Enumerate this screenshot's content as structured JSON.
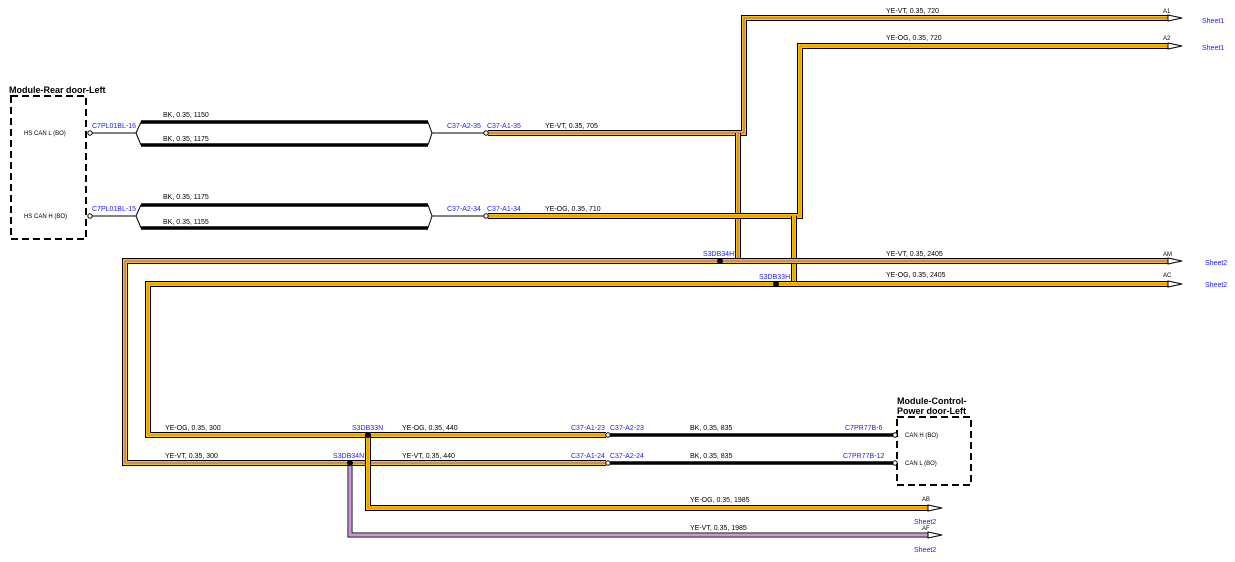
{
  "modules": {
    "rear_door": {
      "title": "Module-Rear door-Left",
      "pin_l": "HS CAN L (BO)",
      "pin_h": "HS CAN H (BO)"
    },
    "control": {
      "title_line1": "Module-Control-",
      "title_line2": "Power door-Left",
      "pin_h": "CAN H (BO)",
      "pin_l": "CAN L (BO)"
    }
  },
  "connectors": {
    "c7pl_16": "C7PL01BL-16",
    "c7pl_15": "C7PL01BL-15",
    "c37_a2_35": "C37-A2-35",
    "c37_a1_35": "C37-A1-35",
    "c37_a2_34": "C37-A2-34",
    "c37_a1_34": "C37-A1-34",
    "c37_a1_23": "C37-A1-23",
    "c37_a2_23": "C37-A2-23",
    "c37_a1_24": "C37-A1-24",
    "c37_a2_24": "C37-A2-24",
    "c7pr_6": "C7PR77B-6",
    "c7pr_12": "C7PR77B-12"
  },
  "splices": {
    "s34h": "S3DB34H",
    "s33h": "S3DB33H",
    "s33n": "S3DB33N",
    "s34n": "S3DB34N"
  },
  "wires": {
    "bk_1150": "BK,  0.35,  1150",
    "bk_1175_a": "BK,  0.35,  1175",
    "bk_1175_b": "BK,  0.35,  1175",
    "bk_1155": "BK,  0.35,  1155",
    "yevt_705": "YE-VT,  0.35,  705",
    "yeog_710": "YE-OG,  0.35,  710",
    "yevt_720": "YE-VT,  0.35,  720",
    "yeog_720": "YE-OG,  0.35,  720",
    "yevt_2405": "YE-VT,  0.35,  2405",
    "yeog_2405": "YE-OG,  0.35,  2405",
    "yeog_300": "YE-OG,  0.35,  300",
    "yevt_300": "YE-VT,  0.35,  300",
    "yeog_440": "YE-OG,  0.35,  440",
    "yevt_440": "YE-VT,  0.35,  440",
    "bk_835_a": "BK,  0.35,  835",
    "bk_835_b": "BK,  0.35,  835",
    "yeog_1985": "YE-OG,  0.35,  1985",
    "yevt_1985": "YE-VT,  0.35,  1985"
  },
  "offpage": {
    "a1": "A1",
    "a2": "A2",
    "am": "AM",
    "ac": "AC",
    "ab": "AB",
    "af": "AF",
    "sheet_a1": "Sheet1",
    "sheet_a2": "Sheet1",
    "sheet_am": "Sheet2",
    "sheet_ac": "Sheet2",
    "sheet_ab": "Sheet2",
    "sheet_af": "Sheet2"
  },
  "colors": {
    "black": "#000000",
    "yellow": "#f5c400",
    "violet": "#b04ad8",
    "orange": "#ef7b00",
    "link_blue": "#1a1aff"
  }
}
